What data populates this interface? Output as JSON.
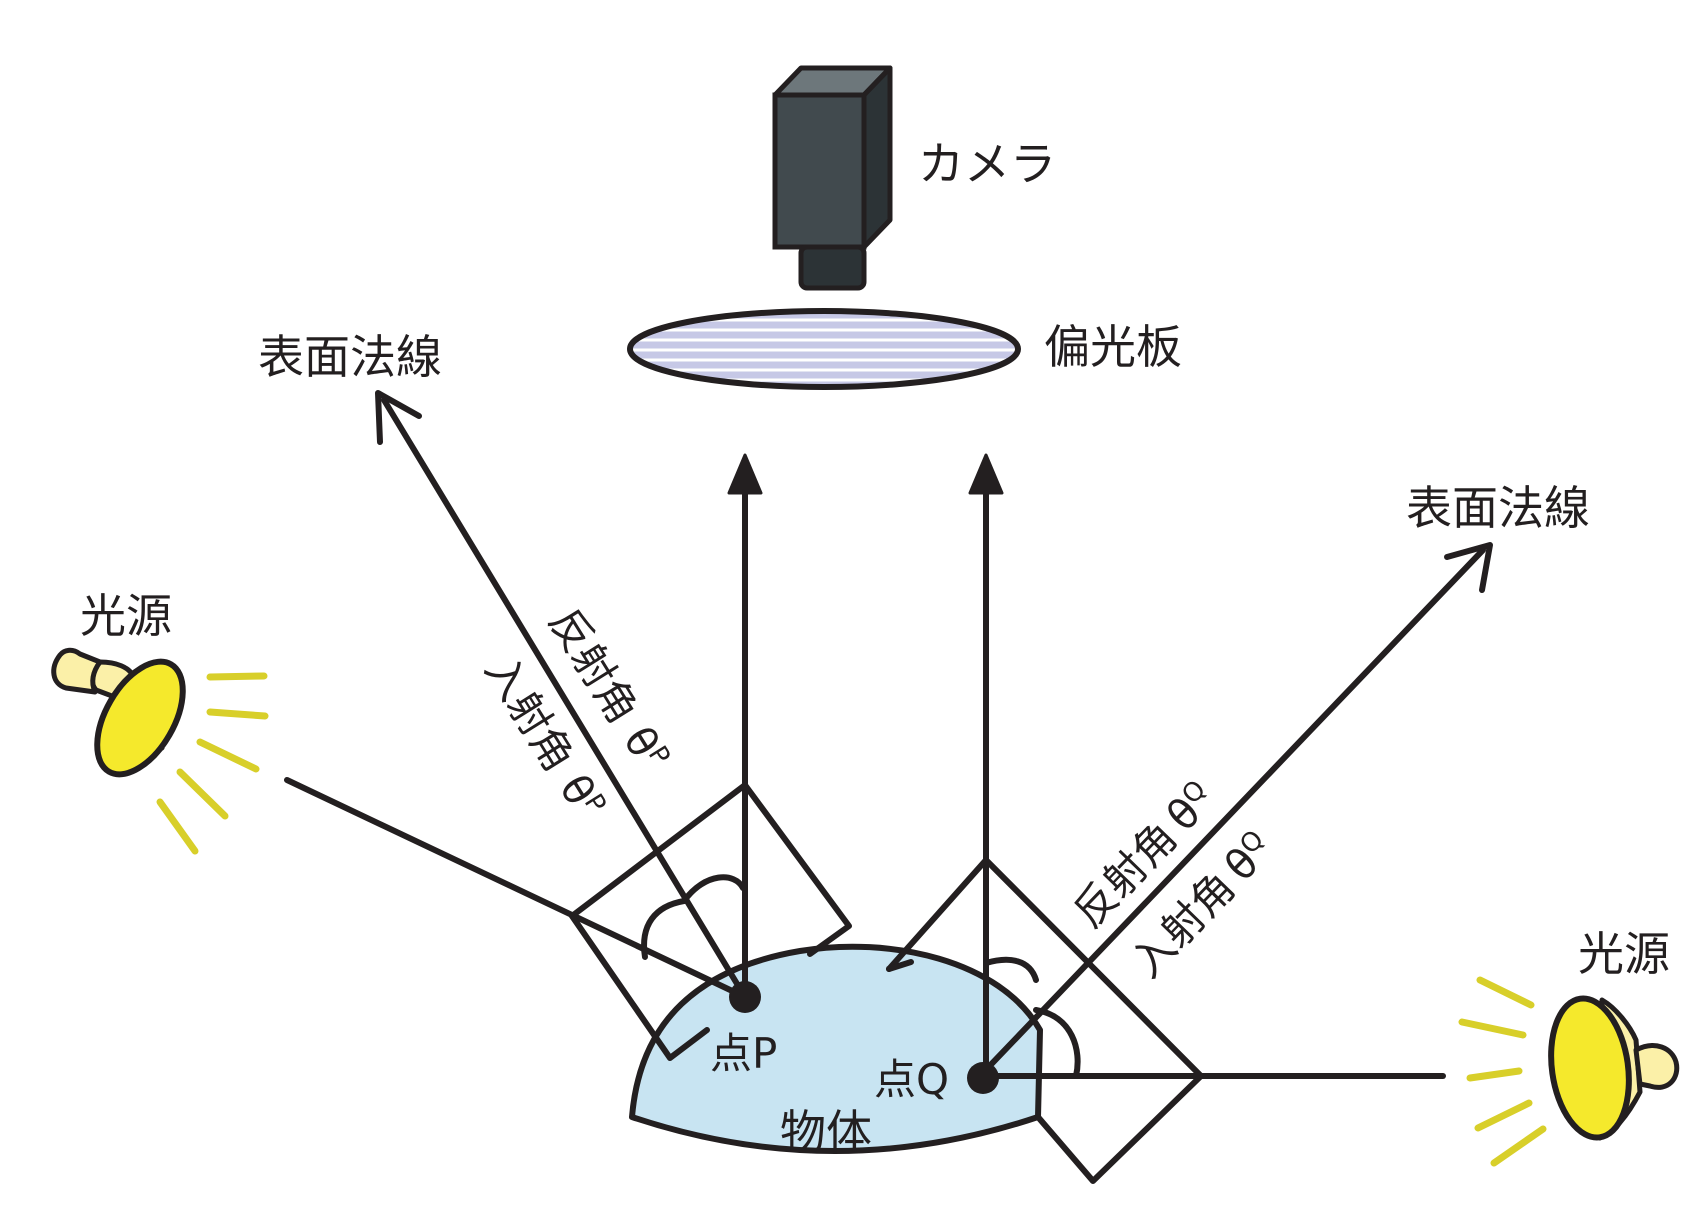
{
  "labels": {
    "camera": "カメラ",
    "polarizer": "偏光板",
    "normal_left": "表面法線",
    "normal_right": "表面法線",
    "light_left": "光源",
    "light_right": "光源",
    "point_p": "点P",
    "point_q": "点Q",
    "object": "物体",
    "p_reflect": "反射角",
    "p_incident": "入射角",
    "q_reflect": "反射角",
    "q_incident": "入射角",
    "theta": "θ",
    "sub_p": "P",
    "sub_q": "Q"
  },
  "colors": {
    "outline": "#231f20",
    "object_fill": "#c8e4f2",
    "polarizer_fill": "#c6c8e6",
    "polarizer_lines": "#ffffff",
    "camera_front": "#414a4e",
    "camera_top": "#6d777b",
    "camera_side": "#2c3336",
    "lamp_lens": "#f5e92c",
    "lamp_body": "#fbf0a8",
    "light_rays": "#d8cf2a"
  }
}
